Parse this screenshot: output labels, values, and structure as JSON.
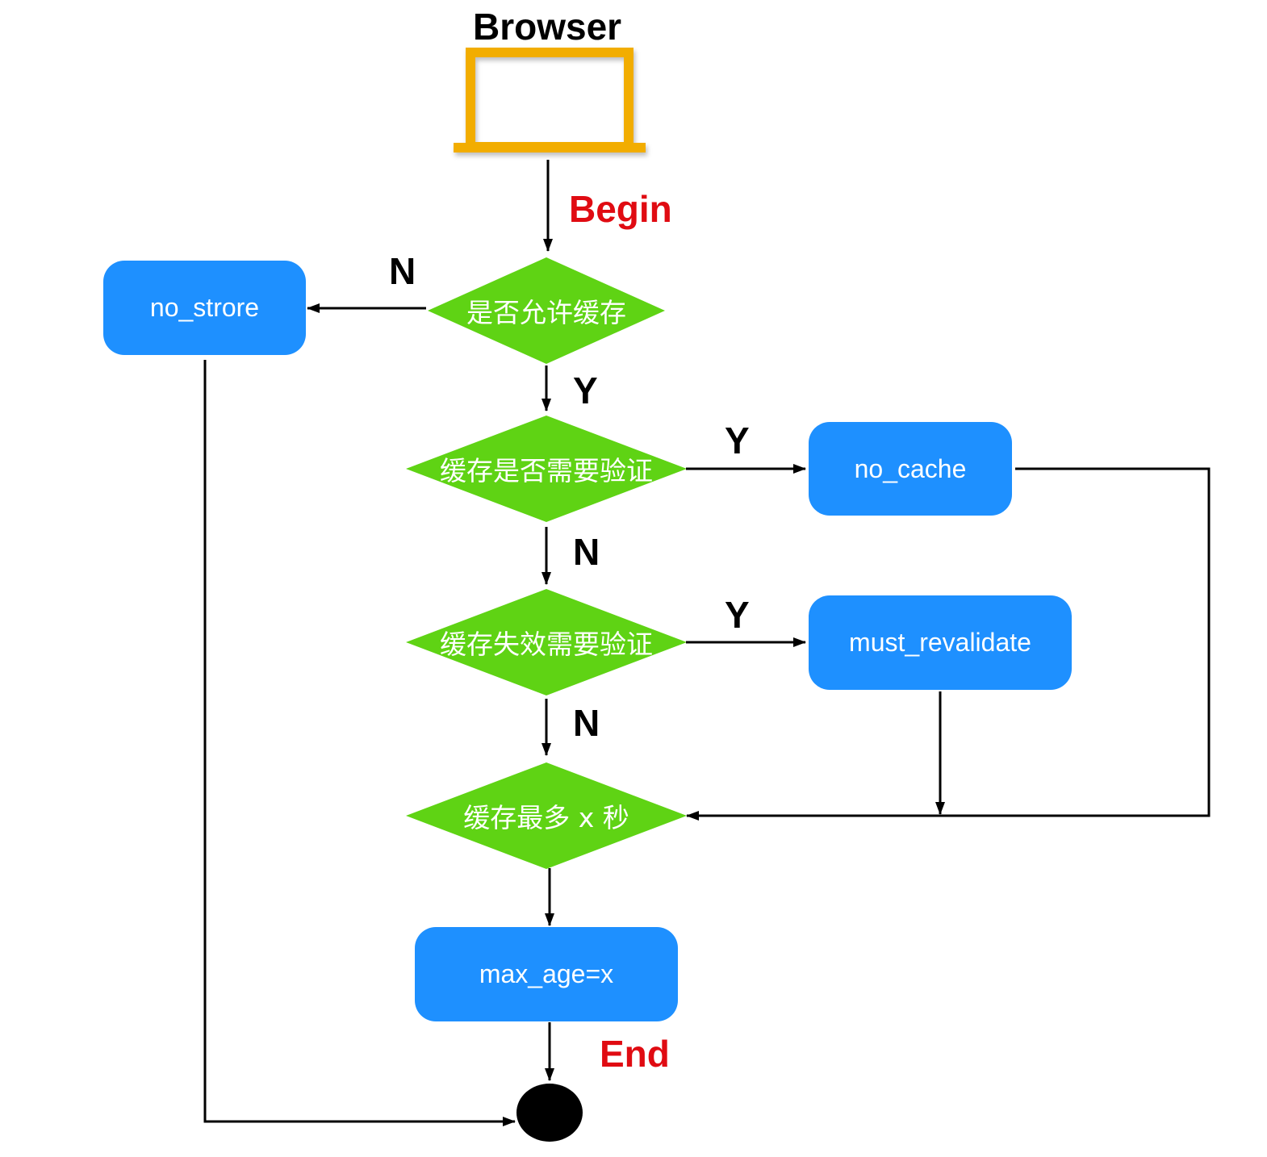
{
  "diagram": {
    "start_label": "Browser",
    "begin_label": "Begin",
    "end_label": "End",
    "decisions": {
      "allow_cache": "是否允许缓存",
      "need_verify": "缓存是否需要验证",
      "expire_verify": "缓存失效需要验证",
      "max_seconds": "缓存最多 x 秒"
    },
    "actions": {
      "no_store": "no_strore",
      "no_cache": "no_cache",
      "must_revalidate": "must_revalidate",
      "max_age": "max_age=x"
    },
    "edge_labels": {
      "allow_no": "N",
      "allow_yes": "Y",
      "verify_yes": "Y",
      "verify_no": "N",
      "expire_yes": "Y",
      "expire_no": "N"
    }
  },
  "colors": {
    "decision": "#5fd314",
    "action": "#1e90ff",
    "browser": "#f2ad00",
    "label_red": "#e00b12",
    "edge": "#000000"
  },
  "icons": {
    "browser": "laptop-icon",
    "end": "end-node"
  }
}
